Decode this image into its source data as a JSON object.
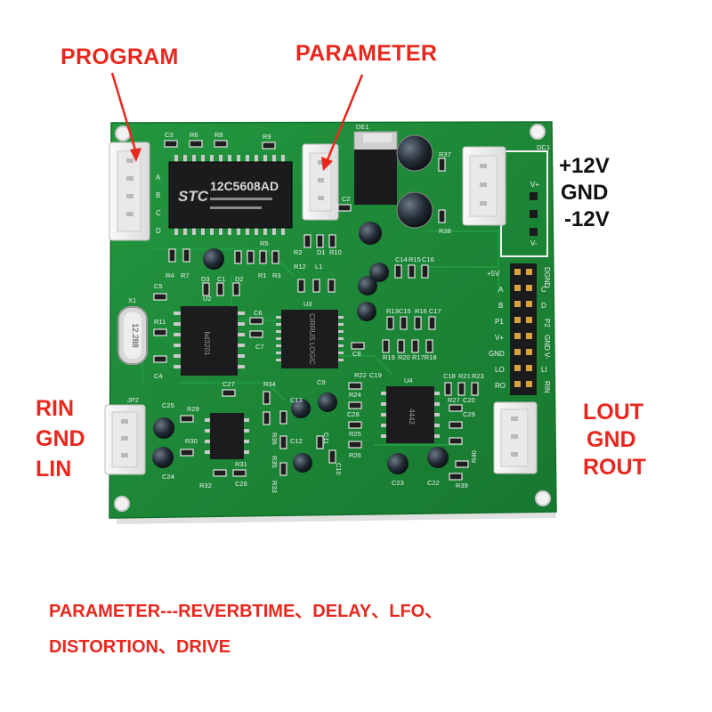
{
  "callouts": {
    "program": "PROGRAM",
    "parameter": "PARAMETER"
  },
  "power_labels": [
    "+12V",
    "GND",
    "-12V"
  ],
  "input_labels": [
    "RIN",
    "GND",
    "LIN"
  ],
  "output_labels": [
    "LOUT",
    "GND",
    "ROUT"
  ],
  "caption": {
    "line1": "PARAMETER---REVERBTIME、DELAY、LFO、",
    "line2": "DISTORTION、DRIVE"
  },
  "board_markings": {
    "mcu": "12C5608AD",
    "mcu_brand": "STC",
    "crystal": "12.288",
    "dsp_chip": "CIRRUS LOGIC",
    "left_chip": "bd3201",
    "opamp": "4442",
    "connector_prog_pins": [
      "A",
      "B",
      "C",
      "D"
    ],
    "header_left": [
      "+5V",
      "A",
      "B",
      "P1",
      "V+",
      "GND",
      "LO",
      "RO"
    ],
    "header_right": [
      "DGND",
      "C",
      "D",
      "P2",
      "GND",
      "V-",
      "LI",
      "RIN"
    ],
    "power_pins": [
      "V+",
      "V-"
    ],
    "refs": [
      "C3",
      "R6",
      "R8",
      "R9",
      "DE1",
      "DC1",
      "R37",
      "R38",
      "C2",
      "D1",
      "R10",
      "R12",
      "L1",
      "C5",
      "R11",
      "D3",
      "C1",
      "D2",
      "R1",
      "R3",
      "R5",
      "R4",
      "R7",
      "X1",
      "U2",
      "C6",
      "C7",
      "U3",
      "C14",
      "R15",
      "C16",
      "R13",
      "C15",
      "R16",
      "C17",
      "R19",
      "R20",
      "R17",
      "R18",
      "C8",
      "C4",
      "JP2",
      "C25",
      "R29",
      "C27",
      "R34",
      "C24",
      "R30",
      "R31",
      "C26",
      "R32",
      "C9",
      "C13",
      "C12",
      "R36",
      "R35",
      "R33",
      "C11",
      "C10",
      "R22",
      "C19",
      "R24",
      "C28",
      "R25",
      "R26",
      "U4",
      "C18",
      "R21",
      "R23",
      "R27",
      "C20",
      "C29",
      "C23",
      "C22",
      "R40",
      "R39",
      "R2"
    ]
  },
  "colors": {
    "pcb": "#1d8a3a",
    "silkscreen": "#f3f3f3",
    "callout_red": "#e8281e",
    "label_black": "#111111"
  }
}
